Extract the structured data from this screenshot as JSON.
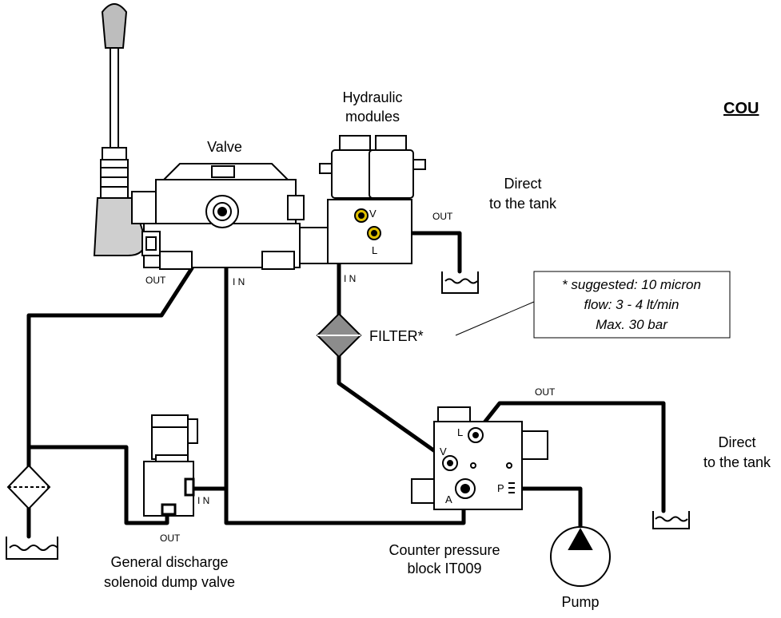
{
  "title": "COU",
  "labels": {
    "hydraulic_modules": [
      "Hydraulic",
      "modules"
    ],
    "valve": "Valve",
    "direct_tank_top": [
      "Direct",
      "to the tank"
    ],
    "direct_tank_right": [
      "Direct",
      "to the tank"
    ],
    "filter": "FILTER*",
    "counter_pressure": [
      "Counter pressure",
      "block IT009"
    ],
    "dump_valve": [
      "General discharge",
      "solenoid dump valve"
    ],
    "pump": "Pump"
  },
  "ports": {
    "valve_out": "OUT",
    "valve_in": "I N",
    "module_in": "I N",
    "module_out": "OUT",
    "module_v": "V",
    "module_l": "L",
    "block_out": "OUT",
    "block_l": "L",
    "block_v": "V",
    "block_a": "A",
    "block_p": "P",
    "dump_in": "I N",
    "dump_out": "OUT"
  },
  "note": [
    "* suggested: 10 micron",
    "flow: 3 - 4 lt/min",
    "Max. 30 bar"
  ]
}
